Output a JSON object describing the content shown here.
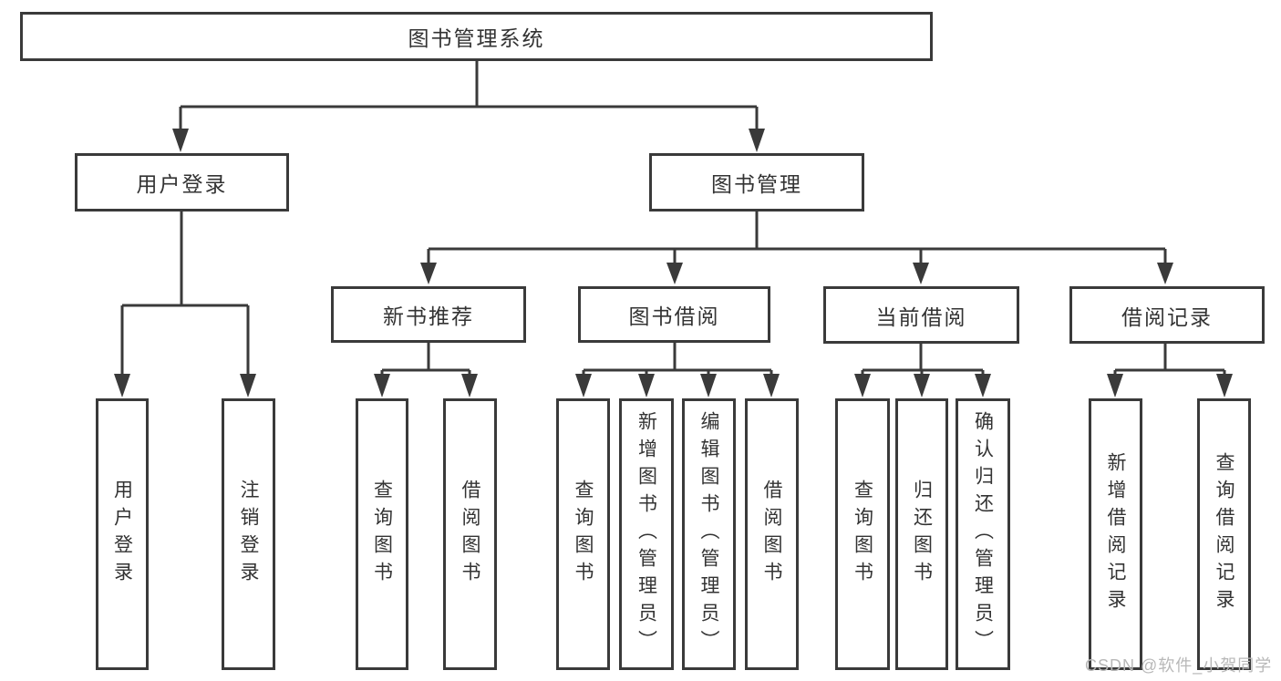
{
  "diagram": {
    "root": {
      "label": "图书管理系统"
    },
    "level2": [
      {
        "label": "用户登录"
      },
      {
        "label": "图书管理"
      }
    ],
    "level3": [
      {
        "label": "新书推荐"
      },
      {
        "label": "图书借阅"
      },
      {
        "label": "当前借阅"
      },
      {
        "label": "借阅记录"
      }
    ],
    "leaves": [
      {
        "label": "用户登录"
      },
      {
        "label": "注销登录"
      },
      {
        "label": "查询图书"
      },
      {
        "label": "借阅图书"
      },
      {
        "label": "查询图书"
      },
      {
        "label": "新增图书（管理员）"
      },
      {
        "label": "编辑图书（管理员）"
      },
      {
        "label": "借阅图书"
      },
      {
        "label": "查询图书"
      },
      {
        "label": "归还图书"
      },
      {
        "label": "确认归还（管理员）"
      },
      {
        "label": "新增借阅记录"
      },
      {
        "label": "查询借阅记录"
      }
    ],
    "watermark": "CSDN @软件_小贺同学",
    "colors": {
      "line": "#3a3a3a",
      "text": "#333333",
      "watermark": "#b8b8b8",
      "background": "#ffffff"
    }
  }
}
